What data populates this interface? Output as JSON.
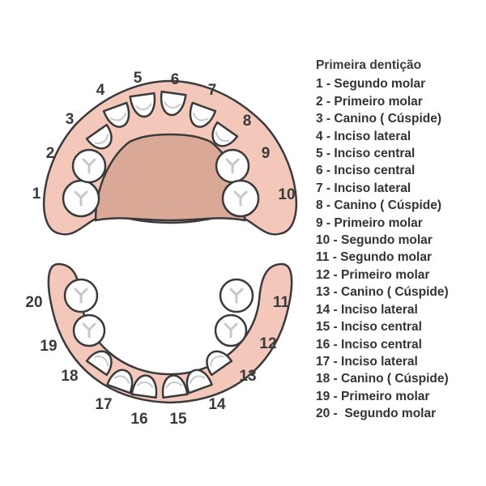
{
  "legend": {
    "title": "Primeira dentição",
    "items": [
      "1 - Segundo molar",
      "2 - Primeiro molar",
      "3 - Canino ( Cúspide)",
      "4 - Inciso lateral",
      "5 - Inciso central",
      "6 - Inciso central",
      "7 - Inciso lateral",
      "8 - Canino ( Cúspide)",
      "9 - Primeiro molar",
      "10 - Segundo molar",
      "11 - Segundo molar",
      "12 - Primeiro molar",
      "13 - Canino ( Cúspide)",
      "14 - Inciso lateral",
      "15 - Inciso central",
      "16 - Inciso central",
      "17 - Inciso lateral",
      "18 - Canino ( Cúspide)",
      "19 - Primeiro molar",
      "20 -  Segundo molar"
    ]
  },
  "tooth_numbers": [
    "1",
    "2",
    "3",
    "4",
    "5",
    "6",
    "7",
    "8",
    "9",
    "10",
    "11",
    "12",
    "13",
    "14",
    "15",
    "16",
    "17",
    "18",
    "19",
    "20"
  ],
  "colors": {
    "gum": "#f3c8bb",
    "palate": "#d9a896",
    "tooth": "#ffffff",
    "outline": "#3a3a3c",
    "tooth_detail": "#c8c8cc"
  }
}
